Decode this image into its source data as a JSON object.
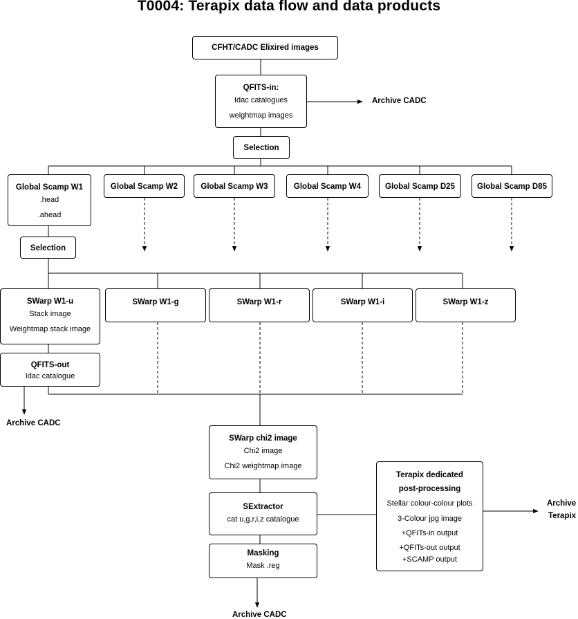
{
  "title": "T0004: Terapix data flow and data products",
  "nodes": {
    "elixir": {
      "title": "CFHT/CADC Elixired images"
    },
    "qfits_in": {
      "title": "QFITS-in:",
      "lines": [
        "Idac catalogues",
        "weightmap images"
      ]
    },
    "selection_top": {
      "title": "Selection"
    },
    "scamp_w1": {
      "title": "Global Scamp W1",
      "lines": [
        ".head",
        ".ahead"
      ]
    },
    "scamp_w2": {
      "title": "Global Scamp W2"
    },
    "scamp_w3": {
      "title": "Global Scamp W3"
    },
    "scamp_w4": {
      "title": "Global Scamp W4"
    },
    "scamp_d25": {
      "title": "Global Scamp D25"
    },
    "scamp_d85": {
      "title": "Global Scamp D85"
    },
    "selection_w1": {
      "title": "Selection"
    },
    "swarp_u": {
      "title": "SWarp W1-u",
      "lines": [
        "Stack image",
        "Weightmap stack image"
      ]
    },
    "swarp_g": {
      "title": "SWarp W1-g"
    },
    "swarp_r": {
      "title": "SWarp W1-r"
    },
    "swarp_i": {
      "title": "SWarp W1-i"
    },
    "swarp_z": {
      "title": "SWarp W1-z"
    },
    "qfits_out": {
      "title": "QFITS-out",
      "lines": [
        "Idac catalogue"
      ]
    },
    "chi2": {
      "title": "SWarp chi2 image",
      "lines": [
        "Chi2 image",
        "Chi2 weightmap image"
      ]
    },
    "sextractor": {
      "title": "SExtractor",
      "lines": [
        "cat u,g,r,i,z catalogue"
      ]
    },
    "masking": {
      "title": "Masking",
      "lines": [
        "Mask .reg"
      ]
    },
    "postproc": {
      "title_lines": [
        "Terapix dedicated",
        "post-processing"
      ],
      "lines": [
        "Stellar colour-colour plots",
        "3-Colour jpg image",
        "+QFITs-in output",
        "+QFITs-out output",
        "+SCAMP output"
      ]
    }
  },
  "labels": {
    "archive_cadc_top": "Archive CADC",
    "archive_cadc_left": "Archive CADC",
    "archive_cadc_bottom": "Archive CADC",
    "archive_terapix_line1": "Archive",
    "archive_terapix_line2": "Terapix"
  }
}
